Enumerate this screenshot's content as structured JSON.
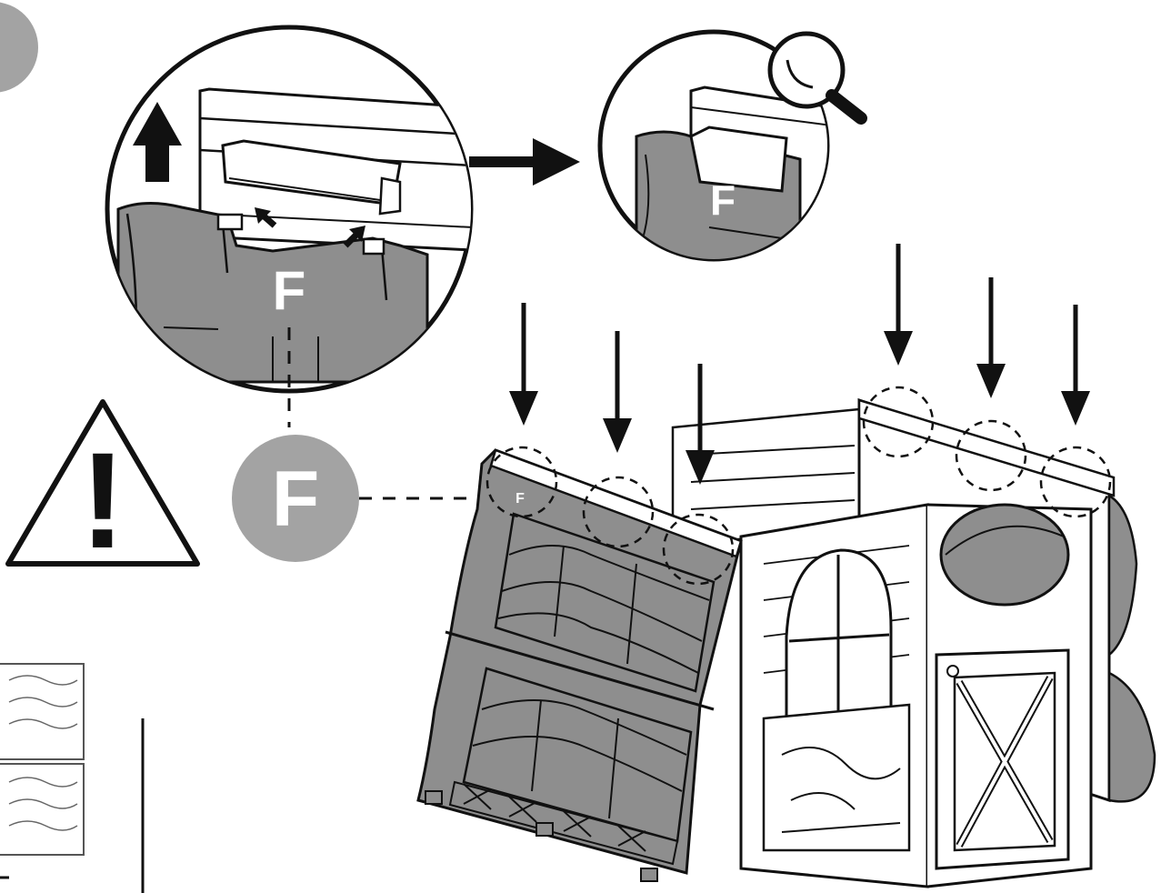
{
  "diagram": {
    "part_label": "F",
    "detail_label": "F",
    "zoom_label": "F",
    "panel_label": "F",
    "warning_symbol": "!",
    "icons": [
      "magnifier-icon",
      "warning-icon",
      "arrow-up-icon",
      "arrow-right-icon",
      "arrow-down-icon"
    ],
    "colors": {
      "panel_gray": "#8e8e8e",
      "badge_gray": "#a3a3a3",
      "line": "#111111",
      "house_fill": "#ffffff"
    }
  }
}
